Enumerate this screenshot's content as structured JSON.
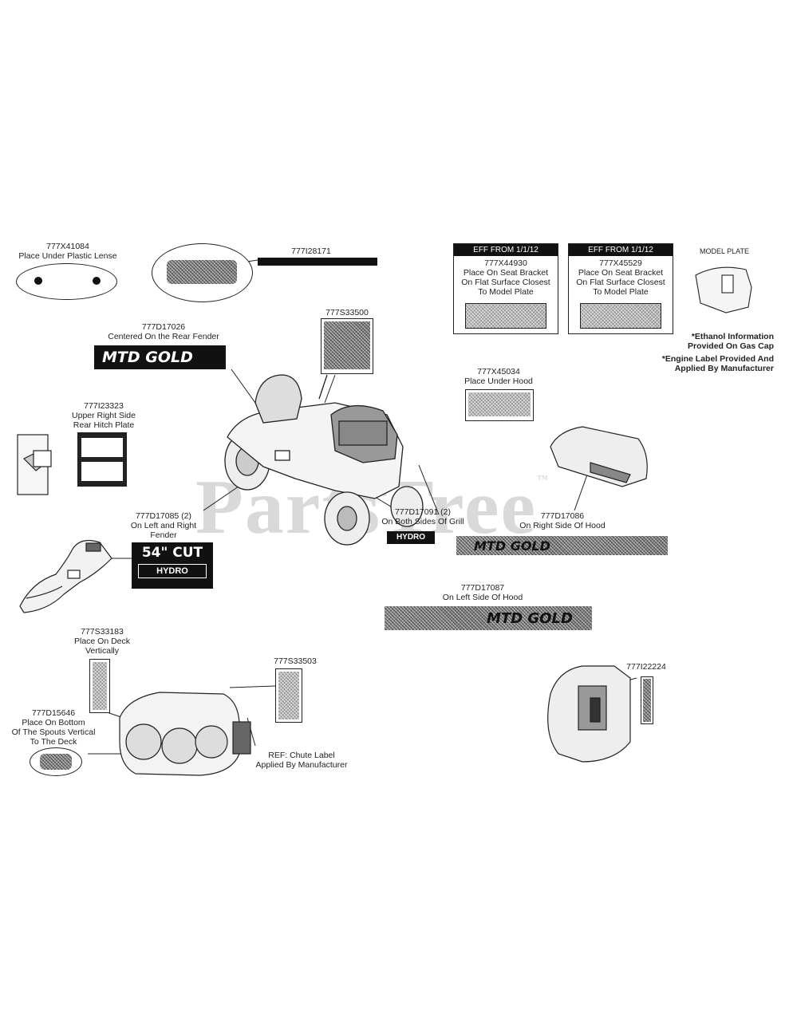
{
  "watermark": {
    "text": "PartsTree",
    "tm": "™"
  },
  "labels": {
    "l1": [
      "777X41084",
      "Place Under Plastic Lense"
    ],
    "l2": [
      "777I28171"
    ],
    "l3": [
      "777D17026",
      "Centered On the Rear Fender"
    ],
    "l4": [
      "777S33500"
    ],
    "l5": [
      "777I23323",
      "Upper Right Side",
      "Rear Hitch Plate"
    ],
    "l6": [
      "777D17085 (2)",
      "On Left and Right",
      "Fender"
    ],
    "l7": [
      "777D17091 (2)",
      "On Both Sides Of Grill"
    ],
    "l8": [
      "777X44930",
      "Place On Seat Bracket",
      "On Flat Surface Closest",
      "To Model Plate"
    ],
    "l9": [
      "777X45529",
      "Place On Seat Bracket",
      "On Flat Surface Closest",
      "To Model Plate"
    ],
    "l10": [
      "777X45034",
      "Place Under Hood"
    ],
    "l11": [
      "777D17086",
      "On Right Side Of Hood"
    ],
    "l12": [
      "777D17087",
      "On Left Side Of Hood"
    ],
    "l13": [
      "777S33183",
      "Place On Deck",
      "Vertically"
    ],
    "l14": [
      "777S33503"
    ],
    "l15": [
      "777D15646",
      "Place On Bottom",
      "Of The Spouts Vertical",
      "To The Deck"
    ],
    "l16": [
      "REF: Chute Label",
      "Applied By Manufacturer"
    ],
    "l17": [
      "777I22224"
    ],
    "eff1": "EFF FROM 1/1/12",
    "eff2": "EFF FROM 1/1/12",
    "model_plate": "MODEL PLATE",
    "notes": [
      "*Ethanol Information",
      "Provided On Gas Cap",
      "*Engine Label Provided And",
      "Applied By Manufacturer"
    ]
  },
  "decals": {
    "mtd_gold": "MTD GOLD",
    "cut": "54\" CUT",
    "hydro": "HYDRO",
    "hydro_small": "HYDRO",
    "mtd_right": "MTD GOLD",
    "mtd_left": "MTD GOLD"
  }
}
